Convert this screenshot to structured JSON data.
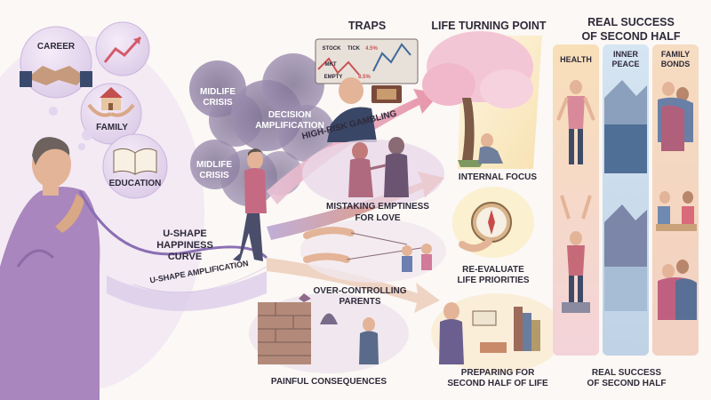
{
  "headers": {
    "traps": "TRAPS",
    "turning_point": "LIFE TURNING POINT",
    "real_success": [
      "REAL SUCCESS",
      "OF SECOND HALF"
    ]
  },
  "thought_bubbles": {
    "career": "CAREER",
    "family": "FAMILY",
    "education": "EDUCATION"
  },
  "curve": {
    "title": [
      "U-SHAPE",
      "HAPPINESS",
      "CURVE"
    ],
    "amplification": "U-SHAPE AMPLIFICATION"
  },
  "clouds": {
    "midlife_crisis_top": [
      "MIDLIFE",
      "CRISIS"
    ],
    "decision_amplification": [
      "DECISION",
      "AMPLIFICATION"
    ],
    "midlife_crisis_bottom": [
      "MIDLIFE",
      "CRISIS"
    ]
  },
  "traps": {
    "gambling": "HIGH-RISK GAMBLING",
    "emptiness": [
      "MISTAKING EMPTINESS",
      "FOR LOVE"
    ],
    "parents": [
      "OVER-CONTROLLING",
      "PARENTS"
    ],
    "consequences": "PAINFUL CONSEQUENCES",
    "stock_sign": [
      "STOCK",
      "TICK",
      "4.5%",
      "MKT",
      "EMPTY",
      "8.5%"
    ]
  },
  "turning_point": {
    "internal_focus": "INTERNAL FOCUS",
    "reevaluate": [
      "RE-EVALUATE",
      "LIFE PRIORITIES"
    ],
    "preparing": [
      "PREPARING FOR",
      "SECOND HALF OF LIFE"
    ]
  },
  "success": {
    "columns": [
      "HEALTH",
      [
        "INNER",
        "PEACE"
      ],
      [
        "FAMILY",
        "BONDS"
      ]
    ],
    "footer": [
      "REAL SUCCESS",
      "OF SECOND HALF"
    ]
  },
  "colors": {
    "purple_wash": "#c9b6dd",
    "smoke": "#6b5f80",
    "arrow_pink": "#e58aa0",
    "arrow_orange": "#ef8a57",
    "cherry": "#f3c6d6",
    "sky_blue": "#bcd7ec",
    "gold": "#f6dca0",
    "text": "#2e2a3a"
  }
}
